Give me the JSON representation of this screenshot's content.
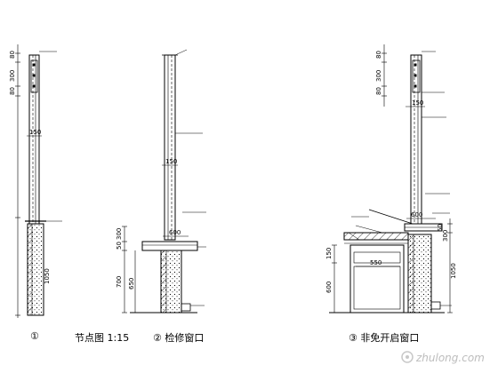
{
  "watermark": "zhulong.com",
  "details": [
    {
      "caption": "①",
      "dimensions": [
        "80",
        "300",
        "80",
        "150",
        "1050"
      ],
      "leaders": [
        "",
        ""
      ]
    },
    {
      "caption": "② 检修窗口",
      "dimensions": [
        "150",
        "300",
        "50",
        "600",
        "700",
        "650"
      ],
      "leaders": [
        "",
        "",
        "",
        "",
        ""
      ]
    },
    {
      "caption": "③ 非免开启窗口",
      "dimensions": [
        "80",
        "300",
        "80",
        "150",
        "600",
        "300",
        "50",
        "550",
        "150",
        "600",
        "1050"
      ],
      "leaders": [
        "",
        "",
        "",
        "",
        "",
        "",
        "",
        "",
        "",
        ""
      ]
    }
  ],
  "scale_note": "节点图 1:15"
}
